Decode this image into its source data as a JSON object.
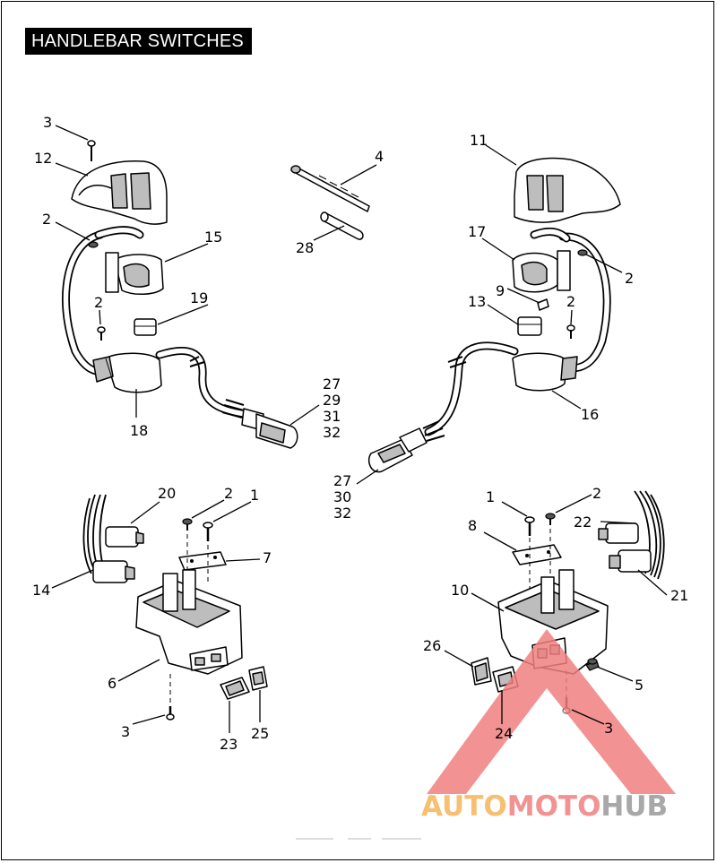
{
  "title": "HANDLEBAR SWITCHES",
  "callouts": [
    {
      "id": "c3a",
      "text": "3"
    },
    {
      "id": "c12",
      "text": "12"
    },
    {
      "id": "c2a",
      "text": "2"
    },
    {
      "id": "c15",
      "text": "15"
    },
    {
      "id": "c2b",
      "text": "2"
    },
    {
      "id": "c19",
      "text": "19"
    },
    {
      "id": "c18",
      "text": "18"
    },
    {
      "id": "c4",
      "text": "4"
    },
    {
      "id": "c28",
      "text": "28"
    },
    {
      "id": "c27a",
      "text": "27"
    },
    {
      "id": "c29",
      "text": "29"
    },
    {
      "id": "c31",
      "text": "31"
    },
    {
      "id": "c32a",
      "text": "32"
    },
    {
      "id": "c11",
      "text": "11"
    },
    {
      "id": "c17",
      "text": "17"
    },
    {
      "id": "c2c",
      "text": "2"
    },
    {
      "id": "c9",
      "text": "9"
    },
    {
      "id": "c13",
      "text": "13"
    },
    {
      "id": "c2d",
      "text": "2"
    },
    {
      "id": "c16",
      "text": "16"
    },
    {
      "id": "c27b",
      "text": "27"
    },
    {
      "id": "c30",
      "text": "30"
    },
    {
      "id": "c32b",
      "text": "32"
    },
    {
      "id": "c20",
      "text": "20"
    },
    {
      "id": "c2e",
      "text": "2"
    },
    {
      "id": "c1a",
      "text": "1"
    },
    {
      "id": "c7",
      "text": "7"
    },
    {
      "id": "c14",
      "text": "14"
    },
    {
      "id": "c6",
      "text": "6"
    },
    {
      "id": "c3b",
      "text": "3"
    },
    {
      "id": "c23",
      "text": "23"
    },
    {
      "id": "c25",
      "text": "25"
    },
    {
      "id": "c1b",
      "text": "1"
    },
    {
      "id": "c2f",
      "text": "2"
    },
    {
      "id": "c8",
      "text": "8"
    },
    {
      "id": "c22",
      "text": "22"
    },
    {
      "id": "c10",
      "text": "10"
    },
    {
      "id": "c21",
      "text": "21"
    },
    {
      "id": "c26",
      "text": "26"
    },
    {
      "id": "c5",
      "text": "5"
    },
    {
      "id": "c24",
      "text": "24"
    },
    {
      "id": "c3c",
      "text": "3"
    }
  ],
  "watermark": {
    "part1": "AUTO",
    "part2": "MOTO",
    "part3": "HUB",
    "color_orange": "#f5b55a",
    "color_red": "#f08080",
    "color_gray": "#9a9a9a"
  }
}
